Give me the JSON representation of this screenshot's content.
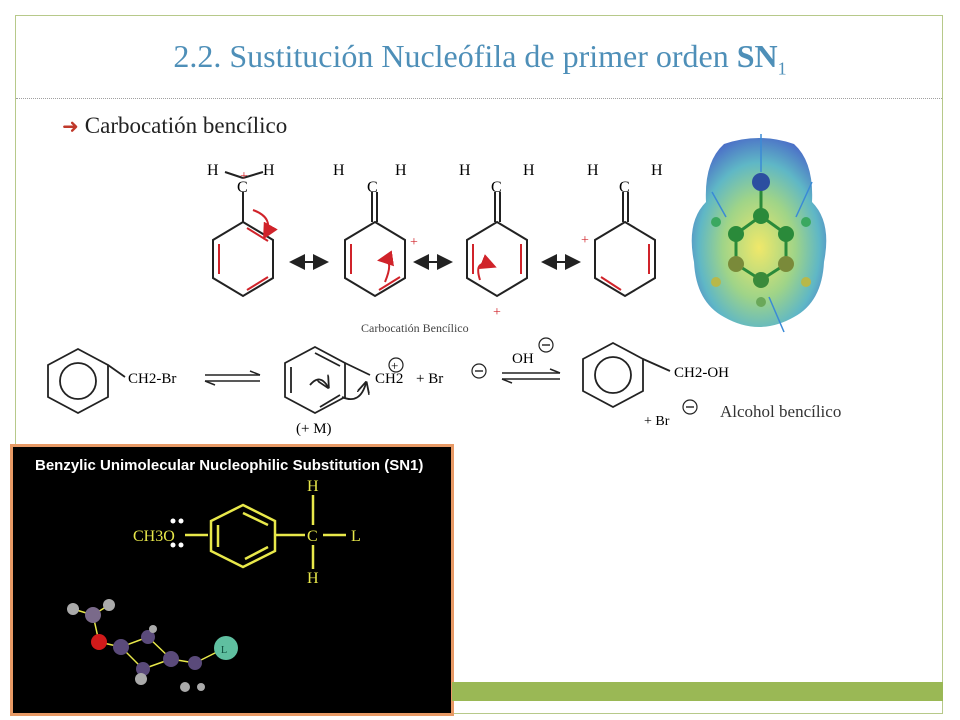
{
  "slide": {
    "title_main": "2.2. Sustitución Nucleófila de primer orden ",
    "title_sn": "SN",
    "title_sub": "1",
    "bullet": "Carbocatión bencílico"
  },
  "resonance": {
    "caption": "Carbocatión Bencílico",
    "h": "H",
    "c": "C",
    "plus": "+"
  },
  "reaction": {
    "reactant": "CH2-Br",
    "intermediate_ch2": "CH2",
    "plus_br": "+ Br",
    "oh": "OH",
    "effect": "(+ M)",
    "product": "CH2-OH",
    "br_product": "+ Br",
    "product_name": "Alcohol bencílico"
  },
  "panel": {
    "title": "Benzylic Unimolecular Nucleophilic Substitution (SN1)",
    "ch3o": "CH3O",
    "c": "C",
    "h_top": "H",
    "h_bottom": "H",
    "l": "L",
    "l_atom": "L"
  },
  "colors": {
    "title": "#4e8fb8",
    "accent_red": "#d0232a",
    "panel_yellow": "#e8e84a",
    "green_bar": "#9ab855"
  }
}
